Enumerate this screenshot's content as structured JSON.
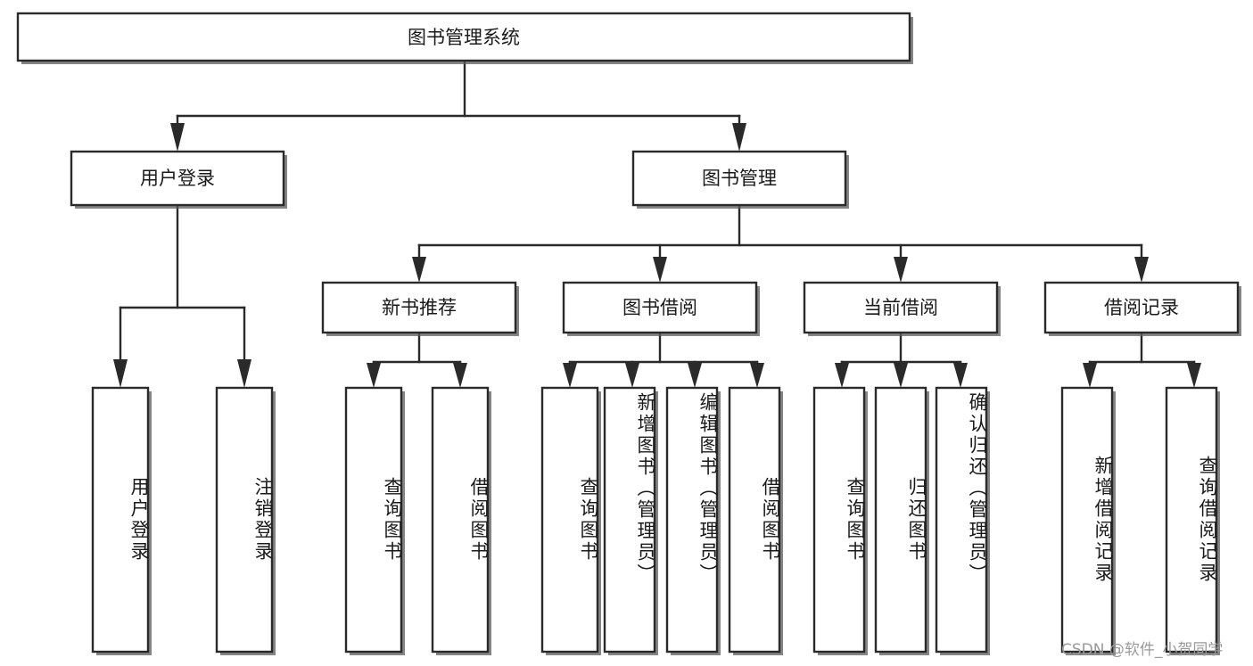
{
  "diagram": {
    "type": "hierarchy-tree",
    "title": "图书管理系统",
    "watermark": "CSDN @软件_小贺同学",
    "colors": {
      "box_stroke": "#2a2a2a",
      "box_fill": "#ffffff",
      "text": "#1a1a1a",
      "watermark": "#9a9a9a",
      "background": "#ffffff"
    },
    "root": {
      "label": "图书管理系统"
    },
    "level1": [
      {
        "label": "用户登录"
      },
      {
        "label": "图书管理"
      }
    ],
    "level2": [
      {
        "label": "新书推荐"
      },
      {
        "label": "图书借阅"
      },
      {
        "label": "当前借阅"
      },
      {
        "label": "借阅记录"
      }
    ],
    "leaves": {
      "user_login": [
        {
          "label": "用户登录",
          "align": "center"
        },
        {
          "label": "注销登录",
          "align": "center"
        }
      ],
      "new_book_recommend": [
        {
          "label": "查询图书",
          "align": "center"
        },
        {
          "label": "借阅图书",
          "align": "center"
        }
      ],
      "book_borrow": [
        {
          "label": "查询图书",
          "align": "center"
        },
        {
          "label": "新增图书（管理员）",
          "align": "top"
        },
        {
          "label": "编辑图书（管理员）",
          "align": "top"
        },
        {
          "label": "借阅图书",
          "align": "center"
        }
      ],
      "current_borrow": [
        {
          "label": "查询图书",
          "align": "center"
        },
        {
          "label": "归还图书",
          "align": "center"
        },
        {
          "label": "确认归还（管理员）",
          "align": "top"
        }
      ],
      "borrow_record": [
        {
          "label": "新增借阅记录",
          "align": "center"
        },
        {
          "label": "查询借阅记录",
          "align": "center"
        }
      ]
    }
  }
}
